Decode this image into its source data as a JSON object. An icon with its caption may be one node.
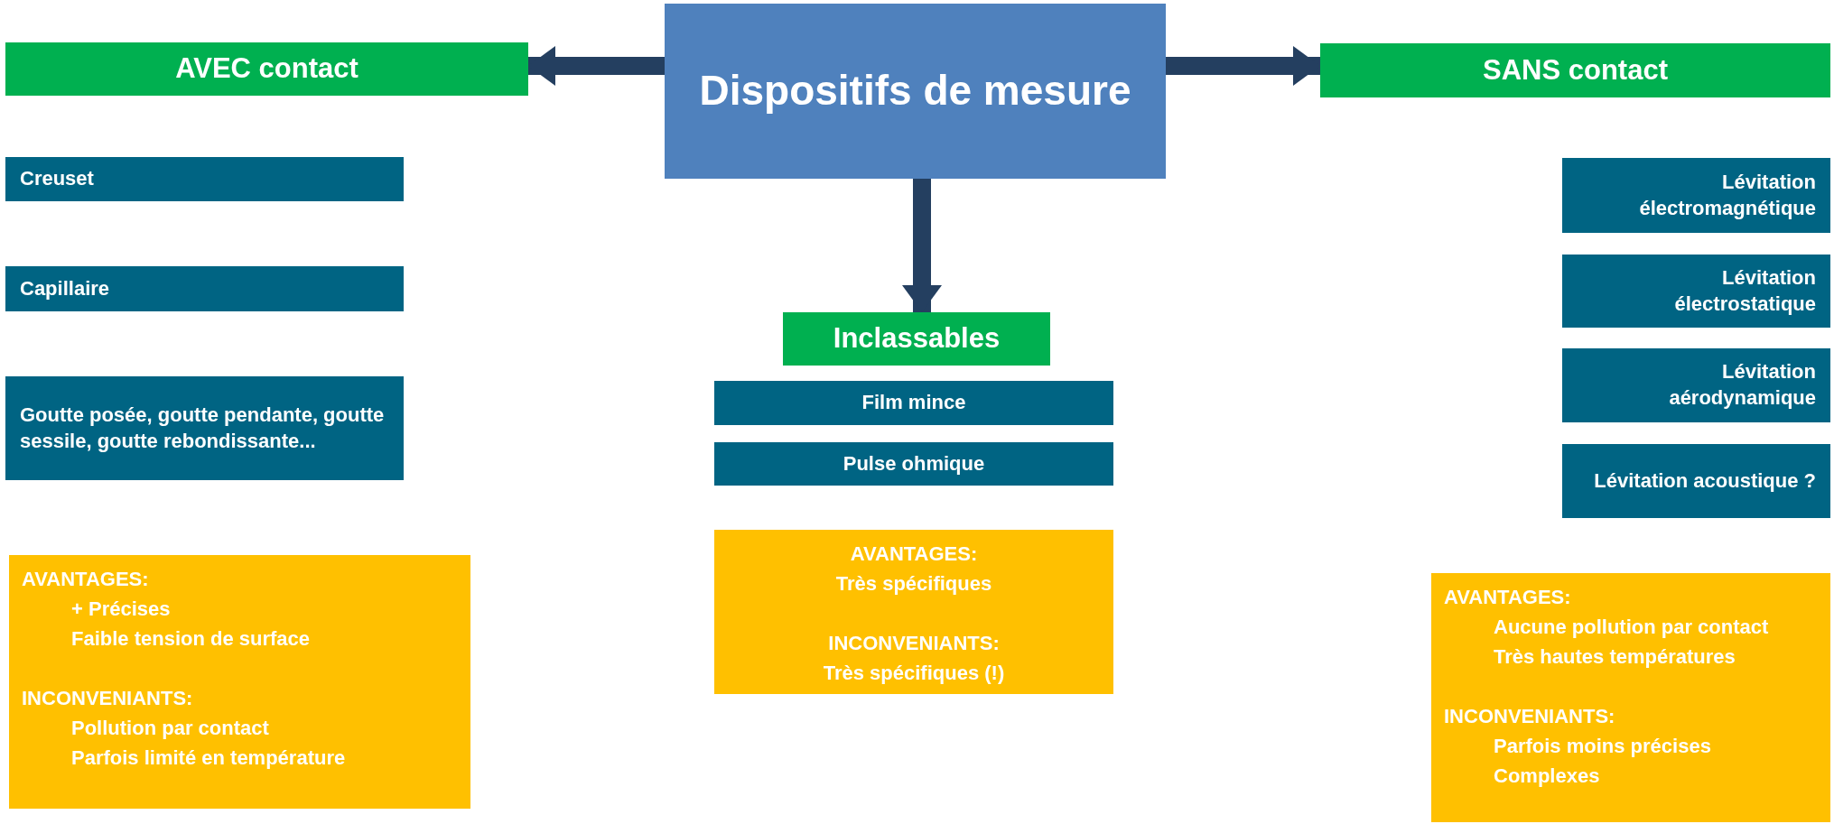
{
  "diagram": {
    "nodes": [
      {
        "text": [
          "Dispositifs de mesure"
        ]
      },
      {
        "text": [
          "AVEC contact"
        ]
      },
      {
        "text": [
          "SANS contact"
        ]
      },
      {
        "text": [
          "Creuset"
        ]
      },
      {
        "text": [
          "Capillaire"
        ]
      },
      {
        "text": [
          "Goutte posée, goutte pendante, goutte sessile, goutte rebondissante..."
        ]
      },
      {
        "text": [
          "AVANTAGES:",
          "+ Précises",
          "Faible tension de surface",
          "INCONVENIANTS:",
          "Pollution par contact",
          "Parfois limité en température"
        ]
      },
      {
        "text": [
          "Inclassables"
        ]
      },
      {
        "text": [
          "Film mince"
        ]
      },
      {
        "text": [
          "Pulse ohmique"
        ]
      },
      {
        "text": [
          "AVANTAGES:",
          "Très spécifiques",
          "INCONVENIANTS:",
          "Très spécifiques (!)"
        ]
      },
      {
        "text": [
          "Lévitation électromagnétique"
        ]
      },
      {
        "text": [
          "Lévitation électrostatique"
        ]
      },
      {
        "text": [
          "Lévitation aérodynamique"
        ]
      },
      {
        "text": [
          "Lévitation acoustique ?"
        ]
      },
      {
        "text": [
          "AVANTAGES:",
          "Aucune pollution par contact",
          "Très hautes températures",
          "INCONVENIANTS:",
          "Parfois moins précises",
          "Complexes"
        ]
      }
    ],
    "edges": [
      {
        "from": 0,
        "to": 1,
        "arrow": "to"
      },
      {
        "from": 0,
        "to": 2,
        "arrow": "to"
      },
      {
        "from": 0,
        "to": 7,
        "arrow": "to"
      }
    ]
  }
}
